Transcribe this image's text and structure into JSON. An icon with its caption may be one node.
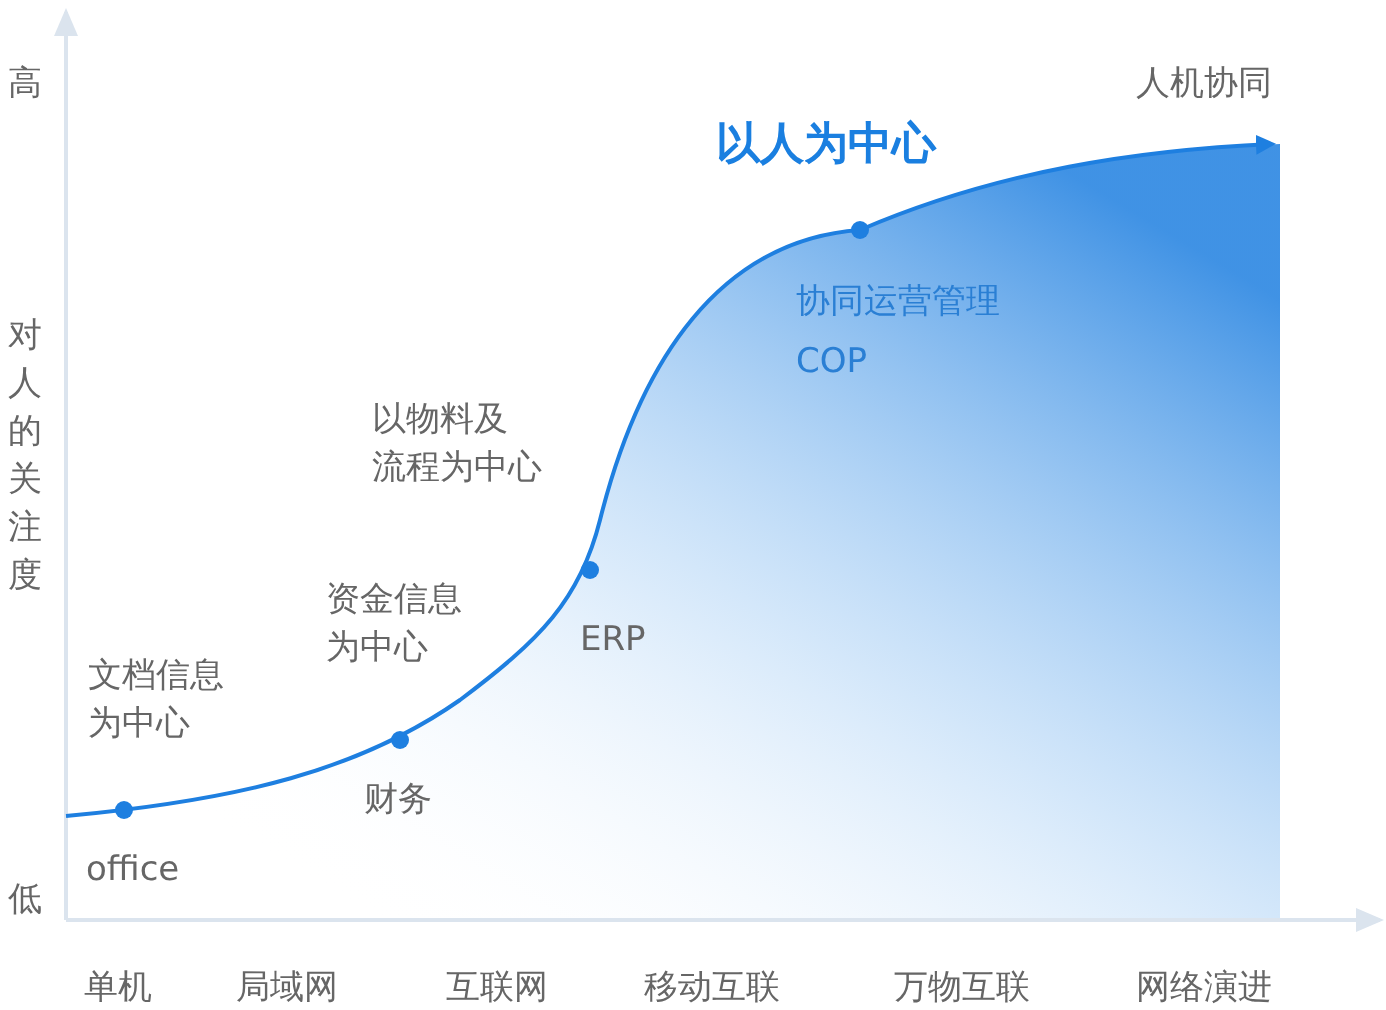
{
  "diagram": {
    "labels": [
      "高",
      "人机协同",
      "以人为中心",
      "协同运营管理 COP",
      "对人的关注度",
      "以物料及流程为中心",
      "资金信息为中心",
      "ERP",
      "文档信息为中心",
      "财务",
      "低",
      "office",
      "单机",
      "局域网",
      "互联网",
      "移动互联",
      "万物互联",
      "网络演进"
    ]
  }
}
